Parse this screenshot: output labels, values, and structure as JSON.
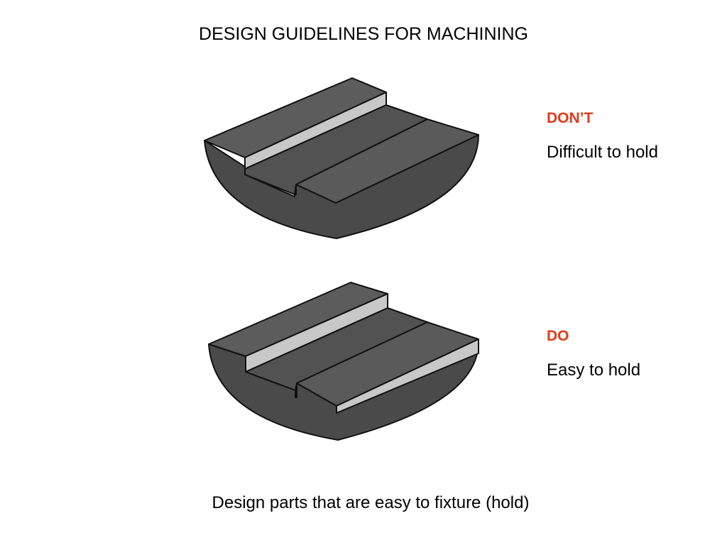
{
  "slide": {
    "title": "DESIGN GUIDELINES FOR MACHINING",
    "caption": "Design parts that are easy to fixture (hold)"
  },
  "examples": [
    {
      "label": "DON’T",
      "description": "Difficult to hold",
      "label_color": "#e03a1c"
    },
    {
      "label": "DO",
      "description": "Easy to hold",
      "label_color": "#e03a1c"
    }
  ],
  "colors": {
    "part_face": "#4d4d4d",
    "part_flat": "#606060",
    "part_strip": "#c8c8c8",
    "part_outline": "#111111"
  }
}
